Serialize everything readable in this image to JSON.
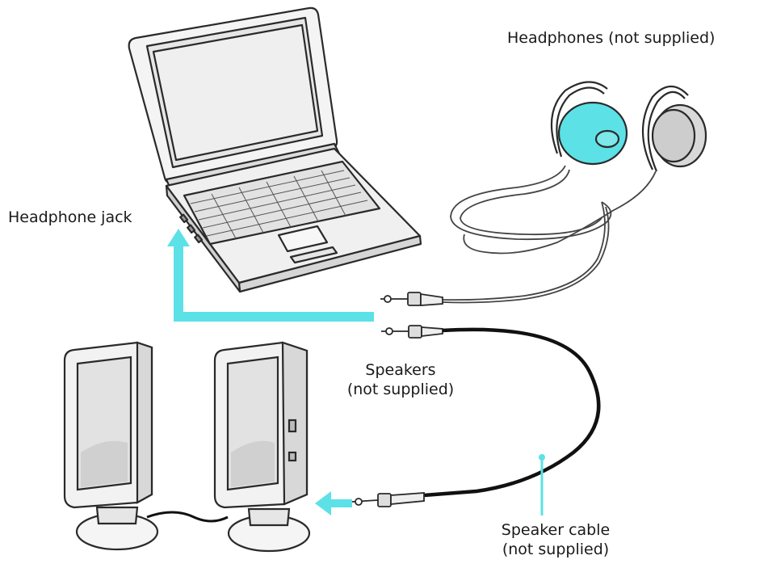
{
  "labels": {
    "headphones": "Headphones (not supplied)",
    "headphone_jack": "Headphone jack",
    "speakers_line1": "Speakers",
    "speakers_line2": "(not supplied)",
    "speaker_cable_line1": "Speaker cable",
    "speaker_cable_line2": "(not supplied)"
  },
  "colors": {
    "accent": "#5ce1e6",
    "line": "#2a2a2a",
    "fill": "#f2f2f2",
    "screen": "#e8e8e8",
    "cable": "#111111"
  },
  "icons": [
    "laptop-icon",
    "headphones-icon",
    "speaker-icon",
    "arrow-icon",
    "audio-plug-icon"
  ]
}
